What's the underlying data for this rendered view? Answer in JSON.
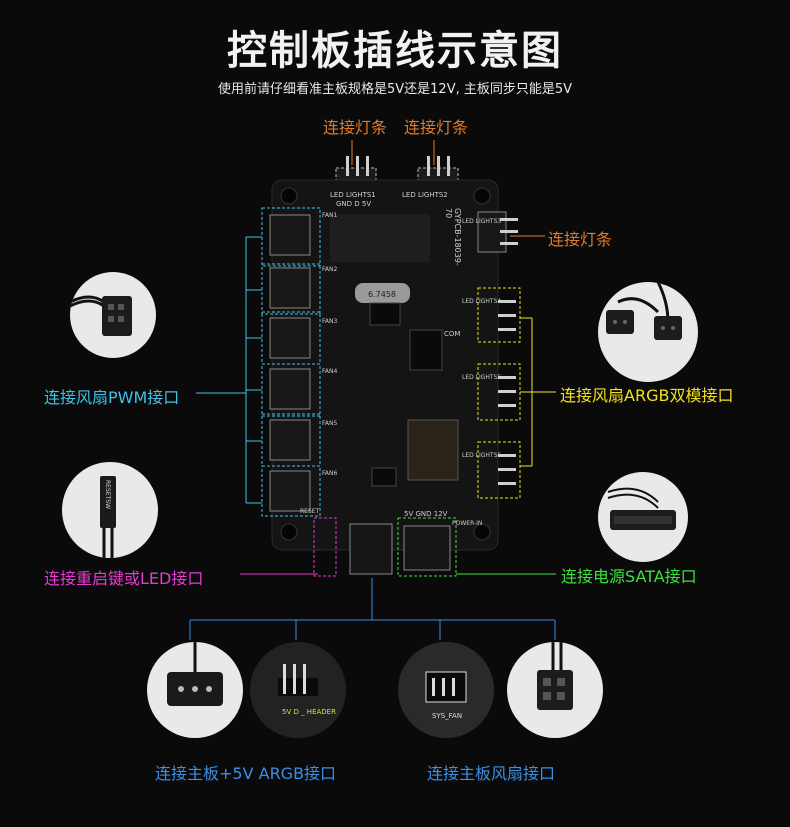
{
  "title": "控制板插线示意图",
  "subtitle": "使用前请仔细看准主板规格是5V还是12V, 主板同步只能是5V",
  "labels": {
    "led_strip_1": "连接灯条",
    "led_strip_2": "连接灯条",
    "led_strip_right": "连接灯条",
    "fan_pwm": "连接风扇PWM接口",
    "fan_argb": "连接风扇ARGB双模接口",
    "reset_led": "连接重启键或LED接口",
    "sata_power": "连接电源SATA接口",
    "mb_argb": "连接主板+5V ARGB接口",
    "mb_fan": "连接主板风扇接口"
  },
  "board": {
    "model": "GYPCB-18039-70",
    "crystal": "6.7458",
    "fan_labels": [
      "FAN1",
      "FAN2",
      "FAN3",
      "FAN4",
      "FAN5",
      "FAN6"
    ],
    "led_top_1": "LED LIGHTS1",
    "led_top_2": "LED LIGHTS2",
    "led_right": [
      "LED LIGHTS3",
      "LED LIGHTS4",
      "LED LIGHTS5",
      "LED LIGHTS6"
    ],
    "pin_top": "GND  D  5V",
    "pin_bottom": "5V  GND  12V",
    "reset": "RESET",
    "power": "POWER-IN",
    "com": "COM"
  },
  "photo_texts": {
    "reset_cable": "RESETSW",
    "mb_header": "5V D _ HEADER",
    "fan_header": "SYS_FAN"
  },
  "colors": {
    "orange": "#e07a2e",
    "cyan": "#3cc3e6",
    "yellow": "#f0e11a",
    "magenta": "#e63ad2",
    "green": "#3ee03e",
    "blue": "#3a8fe6"
  }
}
